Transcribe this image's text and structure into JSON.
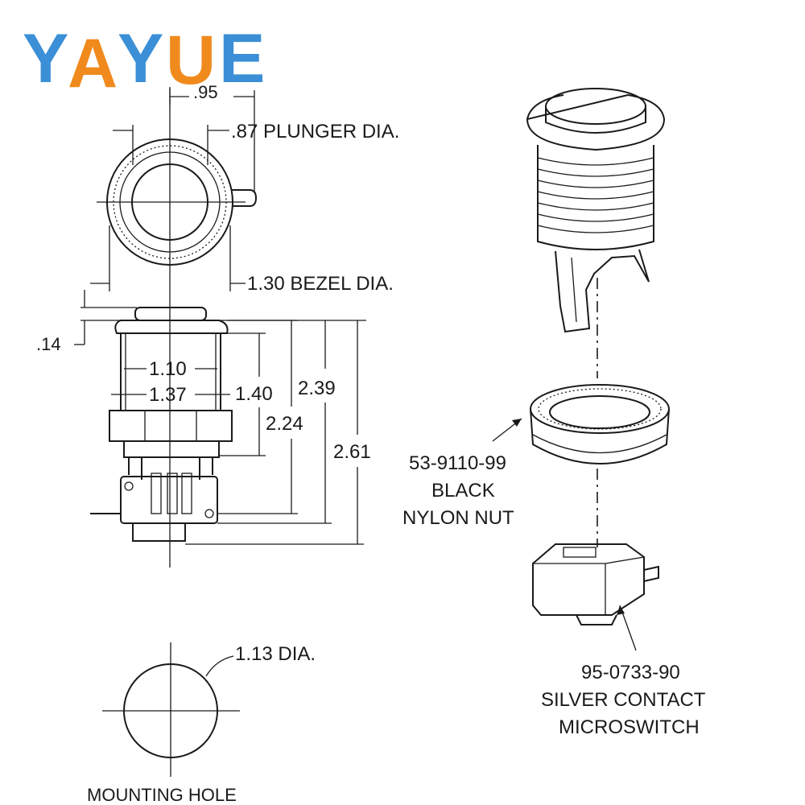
{
  "logo": {
    "text_1": "Y",
    "text_2": "A",
    "text_3": "Y",
    "text_4": "U",
    "text_5": "E",
    "color_blue": "#3b8fd6",
    "color_orange": "#f08a1c"
  },
  "top_view": {
    "width_label": ".95",
    "plunger_label": ".87 PLUNGER DIA.",
    "bezel_label": "1.30 BEZEL DIA."
  },
  "side_view": {
    "bezel_height_label": ".14",
    "inner_width_label": "1.10",
    "nut_width_label": "1.37",
    "height_1": "1.40",
    "height_2": "2.39",
    "height_3": "2.24",
    "height_4": "2.61"
  },
  "mounting_hole": {
    "dia_label": "1.13 DIA.",
    "title": "MOUNTING HOLE"
  },
  "nut_callout": {
    "line_1": "53-9110-99",
    "line_2": "BLACK",
    "line_3": "NYLON NUT"
  },
  "switch_callout": {
    "line_1": "95-0733-90",
    "line_2": "SILVER CONTACT",
    "line_3": "MICROSWITCH"
  }
}
